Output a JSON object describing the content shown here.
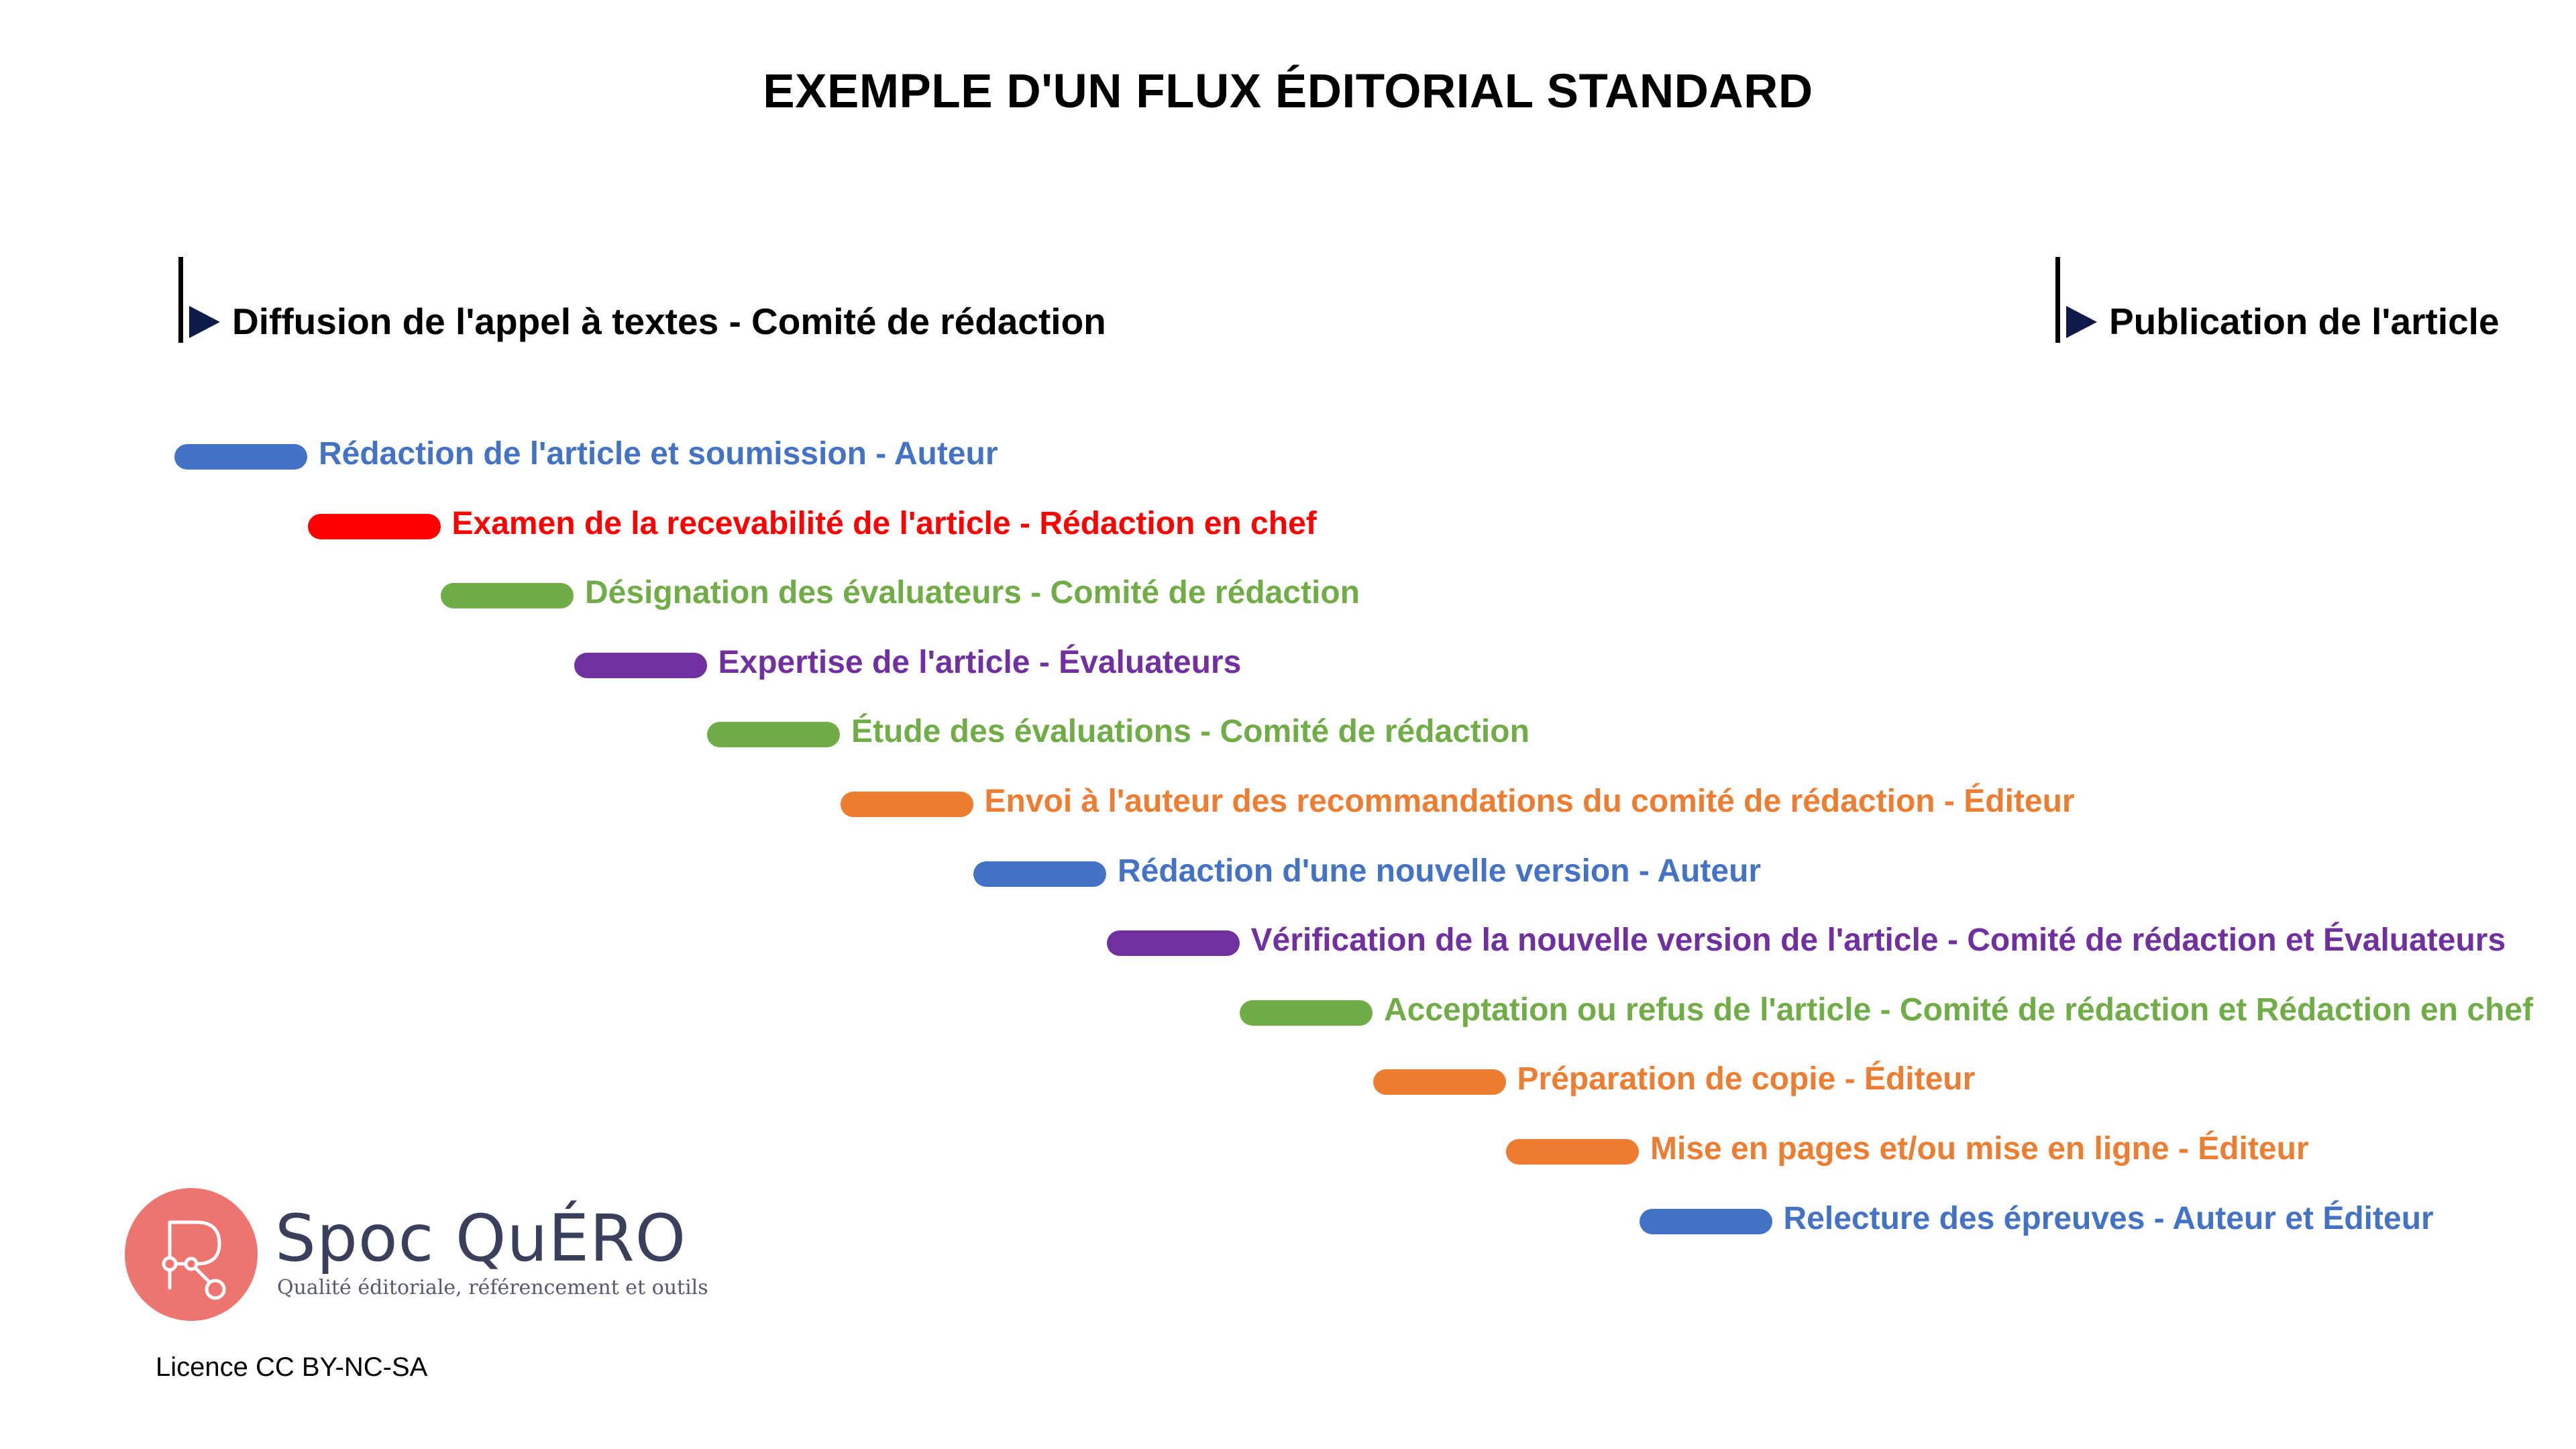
{
  "title": "EXEMPLE D'UN FLUX ÉDITORIAL STANDARD",
  "milestones": [
    {
      "label": "Diffusion de l'appel à textes - Comité de rédaction"
    },
    {
      "label": "Publication de l'article"
    }
  ],
  "colors": {
    "blue": "#4472c4",
    "red": "#ff0000",
    "green": "#70ad47",
    "purple": "#7030a0",
    "orange": "#ed7d31",
    "logo": "#ee7470",
    "arrow": "#0e1a4a"
  },
  "tasks": [
    {
      "step": 1,
      "label": "Rédaction de l'article et soumission - Auteur",
      "color": "#4472c4"
    },
    {
      "step": 2,
      "label": "Examen de la recevabilité de l'article - Rédaction en chef",
      "color": "#ff0000"
    },
    {
      "step": 3,
      "label": "Désignation des évaluateurs - Comité de rédaction",
      "color": "#70ad47"
    },
    {
      "step": 4,
      "label": "Expertise de l'article - Évaluateurs",
      "color": "#7030a0"
    },
    {
      "step": 5,
      "label": "Étude des évaluations - Comité de rédaction",
      "color": "#70ad47"
    },
    {
      "step": 6,
      "label": "Envoi à l'auteur des recommandations du comité de rédaction - Éditeur",
      "color": "#ed7d31"
    },
    {
      "step": 7,
      "label": "Rédaction d'une nouvelle version - Auteur",
      "color": "#4472c4"
    },
    {
      "step": 8,
      "label": "Vérification de la nouvelle version de l'article - Comité de rédaction et Évaluateurs",
      "color": "#7030a0"
    },
    {
      "step": 9,
      "label": "Acceptation ou refus de l'article - Comité de rédaction et Rédaction en chef",
      "color": "#70ad47"
    },
    {
      "step": 10,
      "label": "Préparation de copie - Éditeur",
      "color": "#ed7d31"
    },
    {
      "step": 11,
      "label": "Mise en pages et/ou mise en ligne - Éditeur",
      "color": "#ed7d31"
    },
    {
      "step": 12,
      "label": "Relecture des épreuves - Auteur et Éditeur",
      "color": "#4472c4"
    }
  ],
  "logo": {
    "brand": "Spoc QuÉRO",
    "tagline": "Qualité éditoriale, référencement et outils",
    "icon": "logo-r-network-icon"
  },
  "licence": "Licence CC BY-NC-SA"
}
